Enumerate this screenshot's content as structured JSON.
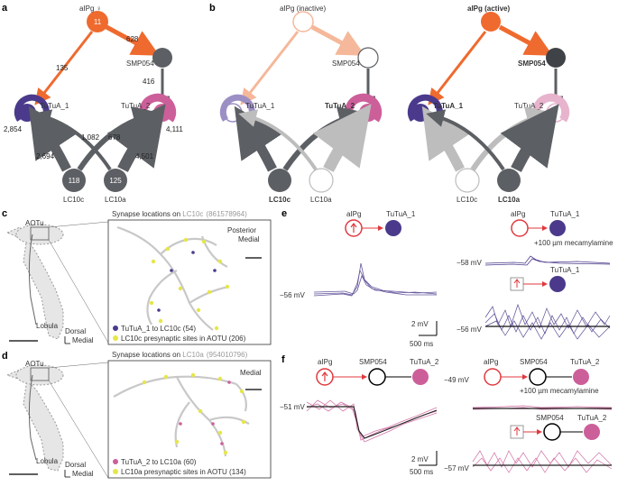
{
  "panels": {
    "a": "a",
    "b": "b",
    "c": "c",
    "d": "d",
    "e": "e",
    "f": "f"
  },
  "panel_a": {
    "aipg_label": "aIPg ♀",
    "aipg_count": "11",
    "smp054": "SMP054",
    "tutua1": "TuTuA_1",
    "tutua2": "TuTuA_2",
    "lc10c": "LC10c",
    "lc10a": "LC10a",
    "lc10c_count": "118",
    "lc10a_count": "125",
    "w_aipg_smp": "628",
    "w_aipg_tu1": "135",
    "w_smp_tu2": "416",
    "w_tu1_self": "2,854",
    "w_tu2_self": "4,111",
    "w_lc10c_tu2": "1,082",
    "w_lc10a_tu1": "678",
    "w_lc10c_tu1": "2,694",
    "w_lc10a_tu2": "4,501"
  },
  "panel_b": {
    "left_aipg": "aIPg (inactive)",
    "right_aipg": "aIPg (active)",
    "smp054": "SMP054",
    "tutua1": "TuTuA_1",
    "tutua2": "TuTuA_2",
    "lc10c": "LC10c",
    "lc10a": "LC10a"
  },
  "panel_c": {
    "title_prefix": "Synapse locations on ",
    "title_cell": "LC10c",
    "title_id": "(861578964)",
    "aotu": "AOTu",
    "lobula": "Lobula",
    "dorsal": "Dorsal",
    "medial": "Medial",
    "posterior": "Posterior",
    "medial2": "Medial",
    "legend1": "TuTuA_1 to LC10c (54)",
    "legend2": "LC10c presynaptic sites in AOTU (206)"
  },
  "panel_d": {
    "title_prefix": "Synapse locations on ",
    "title_cell": "LC10a",
    "title_id": "(954010796)",
    "aotu": "AOTu",
    "lobula": "Lobula",
    "dorsal": "Dorsal",
    "medial": "Medial",
    "medial2": "Medial",
    "legend1": "TuTuA_2 to LC10a (60)",
    "legend2": "LC10a presynaptic sites in AOTU (134)"
  },
  "panel_e": {
    "aipg": "aIPg",
    "tutua1": "TuTuA_1",
    "aipg2": "aIPg",
    "tutua1b": "TuTuA_1",
    "tutua1c": "TuTuA_1",
    "mecamylamine": "+100 µm mecamylamine",
    "v1": "−56 mV",
    "v2": "−58 mV",
    "v3": "−56 mV",
    "scale_mv": "2 mV",
    "scale_ms": "500 ms"
  },
  "panel_f": {
    "aipg": "aIPg",
    "smp054": "SMP054",
    "tutua2": "TuTuA_2",
    "aipg2": "aIPg",
    "smp054b": "SMP054",
    "tutua2b": "TuTuA_2",
    "smp054c": "SMP054",
    "tutua2c": "TuTuA_2",
    "mecamylamine": "+100 µm mecamylamine",
    "v1": "−51 mV",
    "v2": "−49 mV",
    "v3": "−57 mV",
    "scale_mv": "2 mV",
    "scale_ms": "500 ms"
  },
  "colors": {
    "orange": "#ef6a2e",
    "orange_light": "#f5b89a",
    "gray_dark": "#5c5f63",
    "gray_light": "#bdbdbd",
    "purple": "#4b3a8c",
    "purple_light": "#9c8fc4",
    "pink": "#cc5f9a",
    "pink_light": "#e7b3cd",
    "yellow": "#e6e64a",
    "red": "#e0393e"
  }
}
